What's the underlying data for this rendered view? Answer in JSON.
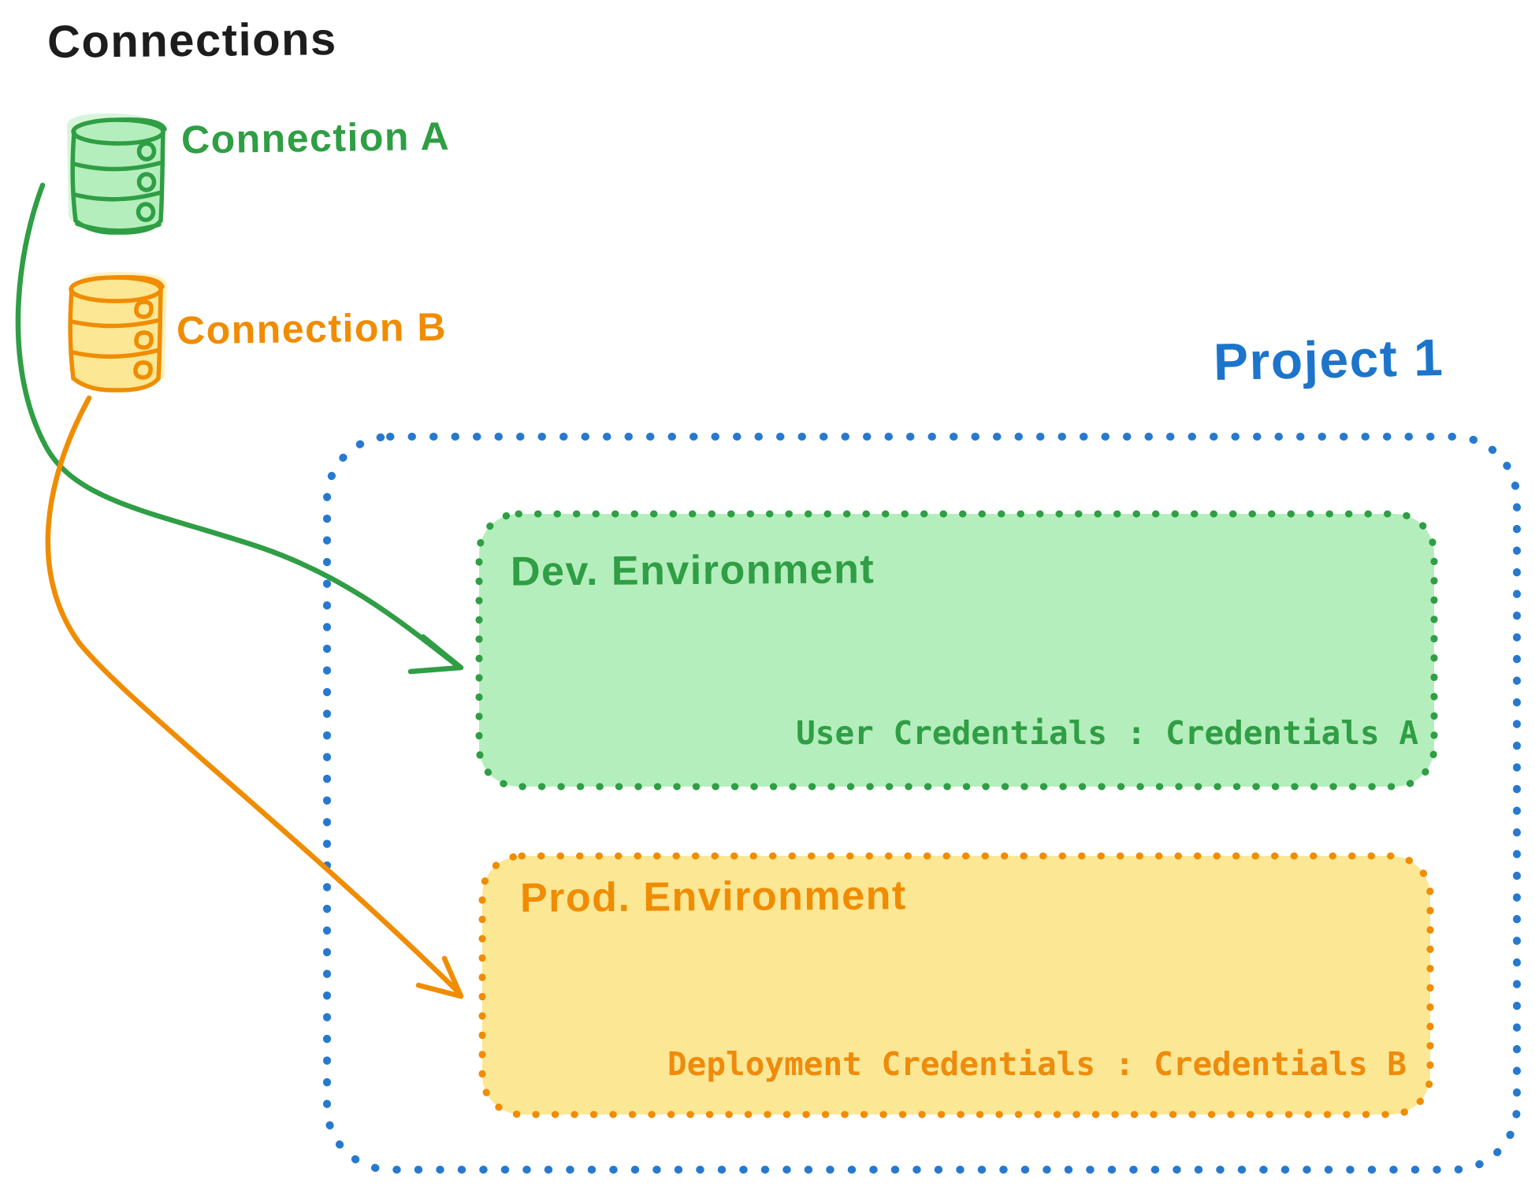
{
  "title": "Connections",
  "colors": {
    "text_black": "#1d1d1d",
    "green": "#2f9e44",
    "green_fill": "#b4eebc",
    "orange": "#f08c00",
    "orange_fill": "#fbe794",
    "blue": "#1c75cb",
    "background": "#ffffff"
  },
  "connections": [
    {
      "label": "Connection A",
      "icon": "database-icon",
      "color": "#2f9e44"
    },
    {
      "label": "Connection B",
      "icon": "database-icon",
      "color": "#f08c00"
    }
  ],
  "project": {
    "title": "Project 1",
    "environments": [
      {
        "title": "Dev. Environment",
        "credentials": "User Credentials : Credentials A",
        "source_connection": "Connection A"
      },
      {
        "title": "Prod. Environment",
        "credentials": "Deployment Credentials : Credentials B",
        "source_connection": "Connection B"
      }
    ]
  }
}
